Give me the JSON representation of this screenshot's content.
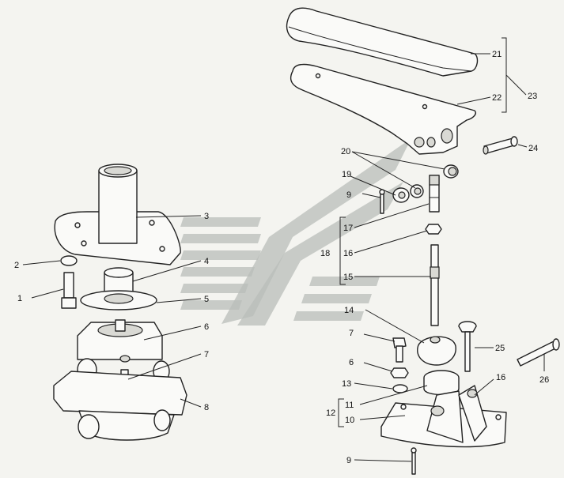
{
  "callouts": [
    {
      "id": "l1",
      "text": "1"
    },
    {
      "id": "l2",
      "text": "2"
    },
    {
      "id": "l3",
      "text": "3"
    },
    {
      "id": "l4",
      "text": "4"
    },
    {
      "id": "l5",
      "text": "5"
    },
    {
      "id": "l6a",
      "text": "6"
    },
    {
      "id": "l7a",
      "text": "7"
    },
    {
      "id": "l8",
      "text": "8"
    },
    {
      "id": "l9a",
      "text": "9"
    },
    {
      "id": "l9b",
      "text": "9"
    },
    {
      "id": "l10",
      "text": "10"
    },
    {
      "id": "l11",
      "text": "11"
    },
    {
      "id": "l12",
      "text": "12"
    },
    {
      "id": "l13",
      "text": "13"
    },
    {
      "id": "l14",
      "text": "14"
    },
    {
      "id": "l15",
      "text": "15"
    },
    {
      "id": "l16a",
      "text": "16"
    },
    {
      "id": "l16b",
      "text": "16"
    },
    {
      "id": "l17",
      "text": "17"
    },
    {
      "id": "l18",
      "text": "18"
    },
    {
      "id": "l19",
      "text": "19"
    },
    {
      "id": "l20",
      "text": "20"
    },
    {
      "id": "l21",
      "text": "21"
    },
    {
      "id": "l22",
      "text": "22"
    },
    {
      "id": "l23",
      "text": "23"
    },
    {
      "id": "l24",
      "text": "24"
    },
    {
      "id": "l25",
      "text": "25"
    },
    {
      "id": "l26",
      "text": "26"
    },
    {
      "id": "l6b",
      "text": "6"
    },
    {
      "id": "l7b",
      "text": "7"
    }
  ],
  "colors": {
    "ink": "#222222",
    "paper": "#f4f4f0",
    "watermark": "#b9bdb9"
  },
  "watermark": {
    "icon": "stylized-arrow-logo-icon"
  }
}
